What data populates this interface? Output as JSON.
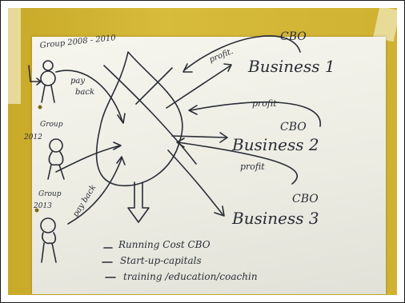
{
  "groups": {
    "group1": "Group 2008 - 2010",
    "group2_line1": "Group",
    "group2_line2": "2012",
    "group3_line1": "Group",
    "group3_line2": "2013"
  },
  "arrow_labels": {
    "pay_back_top_1": "pay",
    "pay_back_top_2": "back",
    "pay_back_lower": "pay back",
    "profit_1": "profit.",
    "profit_2": "profit",
    "profit_3": "profit"
  },
  "businesses": [
    {
      "cbo": "CBO",
      "name": "Business 1"
    },
    {
      "cbo": "CBO",
      "name": "Business 2"
    },
    {
      "cbo": "CBO",
      "name": "Business 3"
    }
  ],
  "uses": [
    "Running Cost CBO",
    "Start-up-capitals",
    "training /education/coachin"
  ],
  "colors": {
    "ink": "#2a2d36",
    "paper": "#efefe6",
    "board": "#cdb033"
  }
}
